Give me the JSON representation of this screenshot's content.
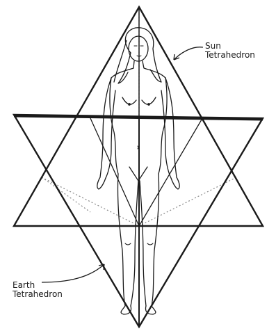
{
  "labels": {
    "sun": {
      "line1": "Sun",
      "line2": "Tetrahedron"
    },
    "earth": {
      "line1": "Earth",
      "line2": "Tetrahedron"
    }
  },
  "colors": {
    "ink": "#1a1a1a",
    "background": "#ffffff",
    "dotted_axis": "#888888"
  }
}
